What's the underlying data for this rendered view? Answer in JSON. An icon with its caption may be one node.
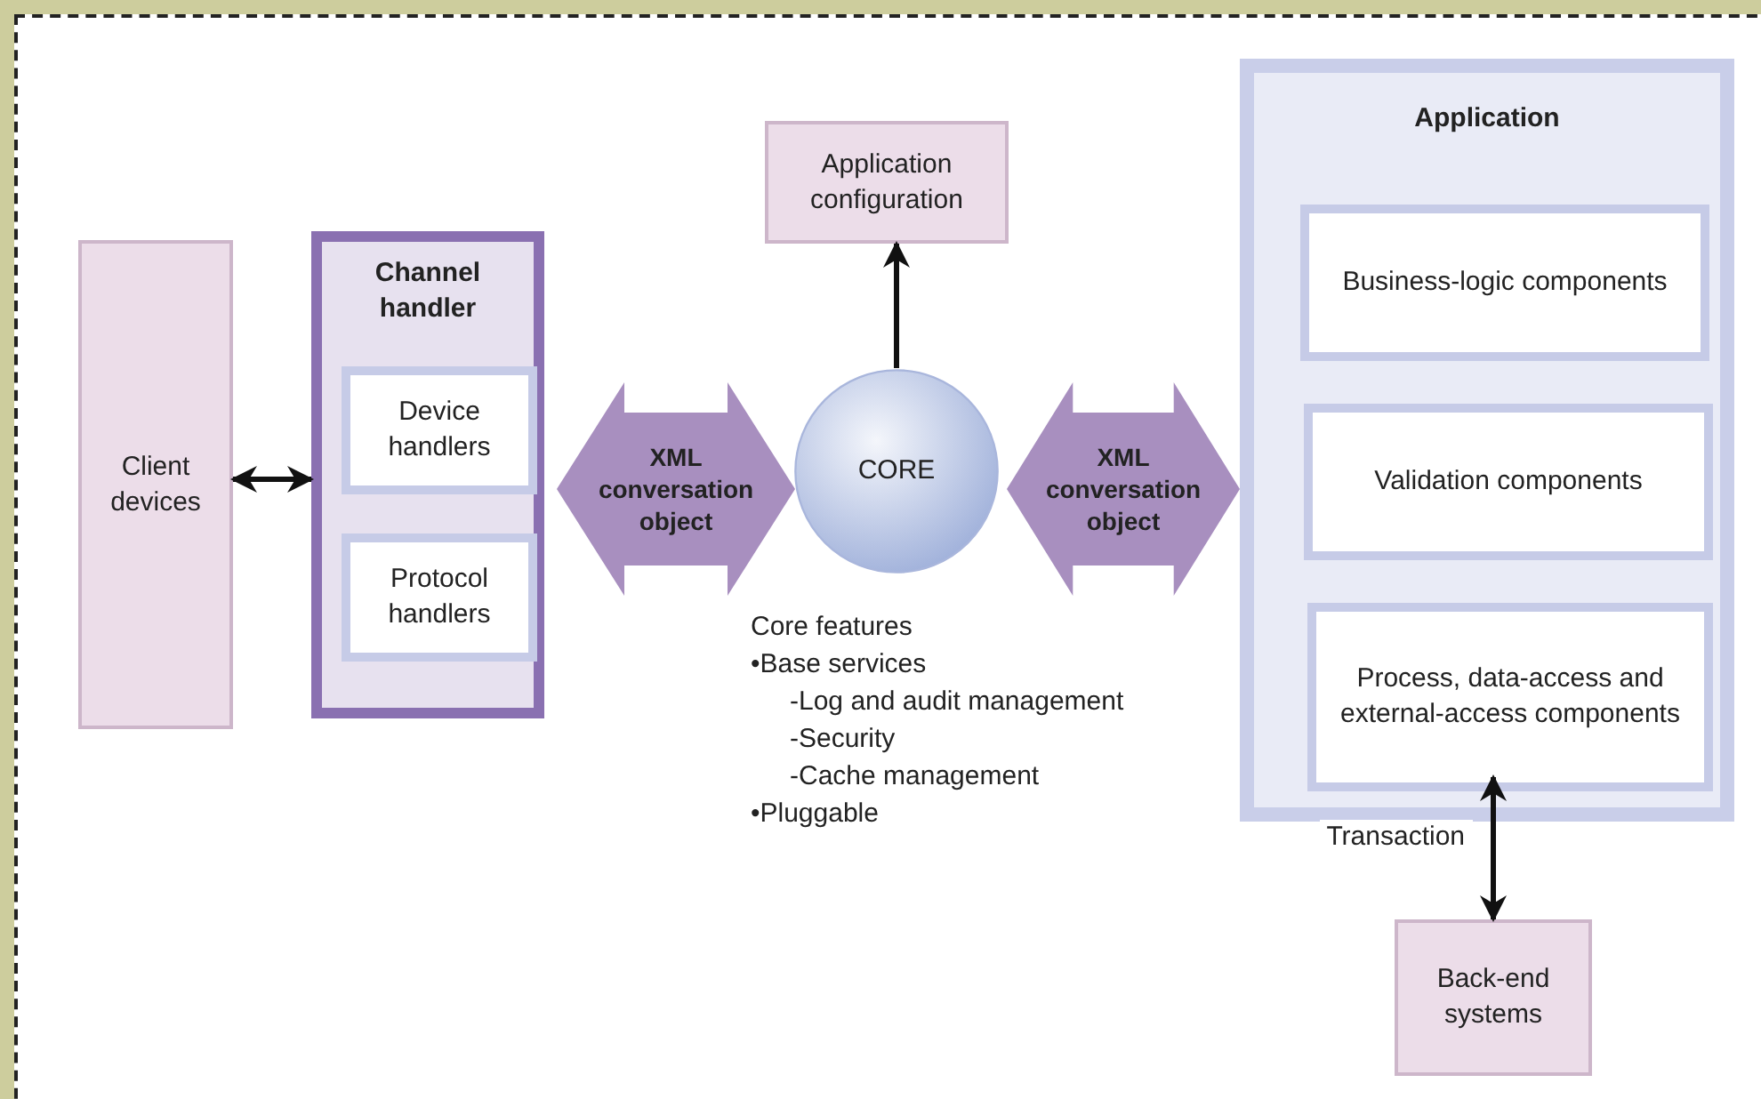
{
  "diagram": {
    "nodes": [
      {
        "text": [
          "Client devices"
        ]
      },
      {
        "text": [
          "Channel handler"
        ]
      },
      {
        "text": [
          "Device handlers"
        ],
        "in": 1
      },
      {
        "text": [
          "Protocol handlers"
        ],
        "in": 1
      },
      {
        "text": [
          "XML conversation object"
        ]
      },
      {
        "text": [
          "Application configuration"
        ]
      },
      {
        "text": [
          "CORE"
        ]
      },
      {
        "text": [
          "XML conversation object"
        ]
      },
      {
        "text": [
          "Application"
        ]
      },
      {
        "text": [
          "Business-logic components"
        ],
        "in": 8
      },
      {
        "text": [
          "Validation components"
        ],
        "in": 8
      },
      {
        "text": [
          "Process, data-access and external-access components"
        ],
        "in": 8
      },
      {
        "text": [
          "Back-end systems"
        ]
      }
    ],
    "edges": [
      {
        "from": 0,
        "to": 1,
        "arrow": "both"
      },
      {
        "from": 6,
        "to": 5,
        "arrow": "to"
      },
      {
        "from": 11,
        "to": 12,
        "arrow": "both",
        "label": "Transaction"
      }
    ],
    "labels": [
      "Core features",
      "•Base services",
      "-Log and audit management",
      "-Security",
      "-Cache management",
      "•Pluggable"
    ]
  }
}
